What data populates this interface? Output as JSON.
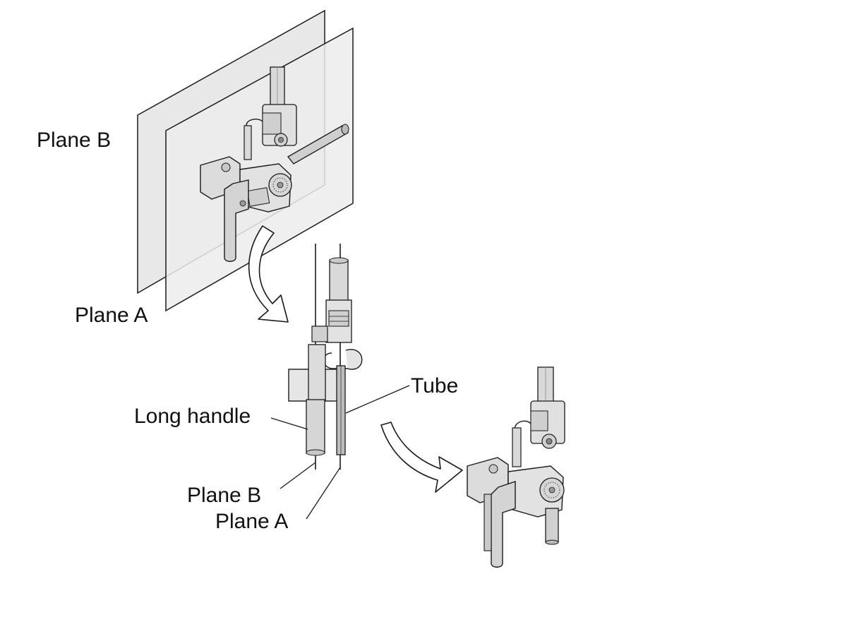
{
  "labels": {
    "plane_b_top": "Plane B",
    "plane_a_top": "Plane A",
    "tube": "Tube",
    "long_handle": "Long handle",
    "plane_b_side": "Plane B",
    "plane_a_side": "Plane A"
  },
  "colors": {
    "plane_fill": "#e6e6e6",
    "metal_fill": "#d9d9d9",
    "metal_dark": "#b3b3b3",
    "line": "#1a1a1a",
    "arrow_fill": "#ffffff"
  }
}
